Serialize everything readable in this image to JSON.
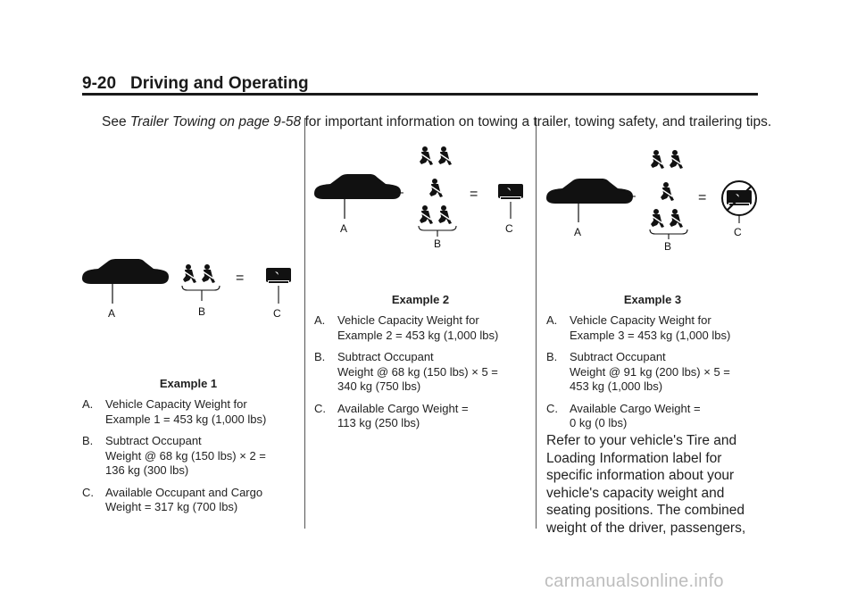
{
  "header": {
    "page_number": "9-20",
    "section_title": "Driving and Operating"
  },
  "intro": {
    "see": "See ",
    "link": "Trailer Towing on page 9-58",
    "rest": " for important information on towing a trailer, towing safety, and trailering tips."
  },
  "figure_labels": {
    "a": "A",
    "b": "B",
    "c": "C",
    "minus": "–",
    "equals": "="
  },
  "examples": [
    {
      "caption": "Example 1",
      "items": [
        {
          "letter": "A.",
          "line1": "Vehicle Capacity Weight for",
          "line2": "Example 1 = 453 kg (1,000 lbs)"
        },
        {
          "letter": "B.",
          "line1": "Subtract Occupant",
          "line2": "Weight @ 68 kg (150 lbs) × 2 =",
          "line3": "136 kg (300 lbs)"
        },
        {
          "letter": "C.",
          "line1": "Available Occupant and Cargo",
          "line2": "Weight = 317 kg (700 lbs)"
        }
      ]
    },
    {
      "caption": "Example 2",
      "items": [
        {
          "letter": "A.",
          "line1": "Vehicle Capacity Weight for",
          "line2": "Example 2 = 453 kg (1,000 lbs)"
        },
        {
          "letter": "B.",
          "line1": "Subtract Occupant",
          "line2": "Weight @ 68 kg (150 lbs) × 5 =",
          "line3": "340 kg (750 lbs)"
        },
        {
          "letter": "C.",
          "line1": "Available Cargo Weight =",
          "line2": "113 kg (250 lbs)"
        }
      ]
    },
    {
      "caption": "Example 3",
      "items": [
        {
          "letter": "A.",
          "line1": "Vehicle Capacity Weight for",
          "line2": "Example 3 = 453 kg (1,000 lbs)"
        },
        {
          "letter": "B.",
          "line1": "Subtract Occupant",
          "line2": "Weight @ 91 kg (200 lbs) × 5 =",
          "line3": "453 kg (1,000 lbs)"
        },
        {
          "letter": "C.",
          "line1": "Available Cargo Weight =",
          "line2": "0 kg (0 lbs)"
        }
      ]
    }
  ],
  "refer": "Refer to your vehicle's Tire and Loading Information label for specific information about your vehicle's capacity weight and seating positions. The combined weight of the driver, passengers,",
  "watermark": "carmanualsonline.info"
}
